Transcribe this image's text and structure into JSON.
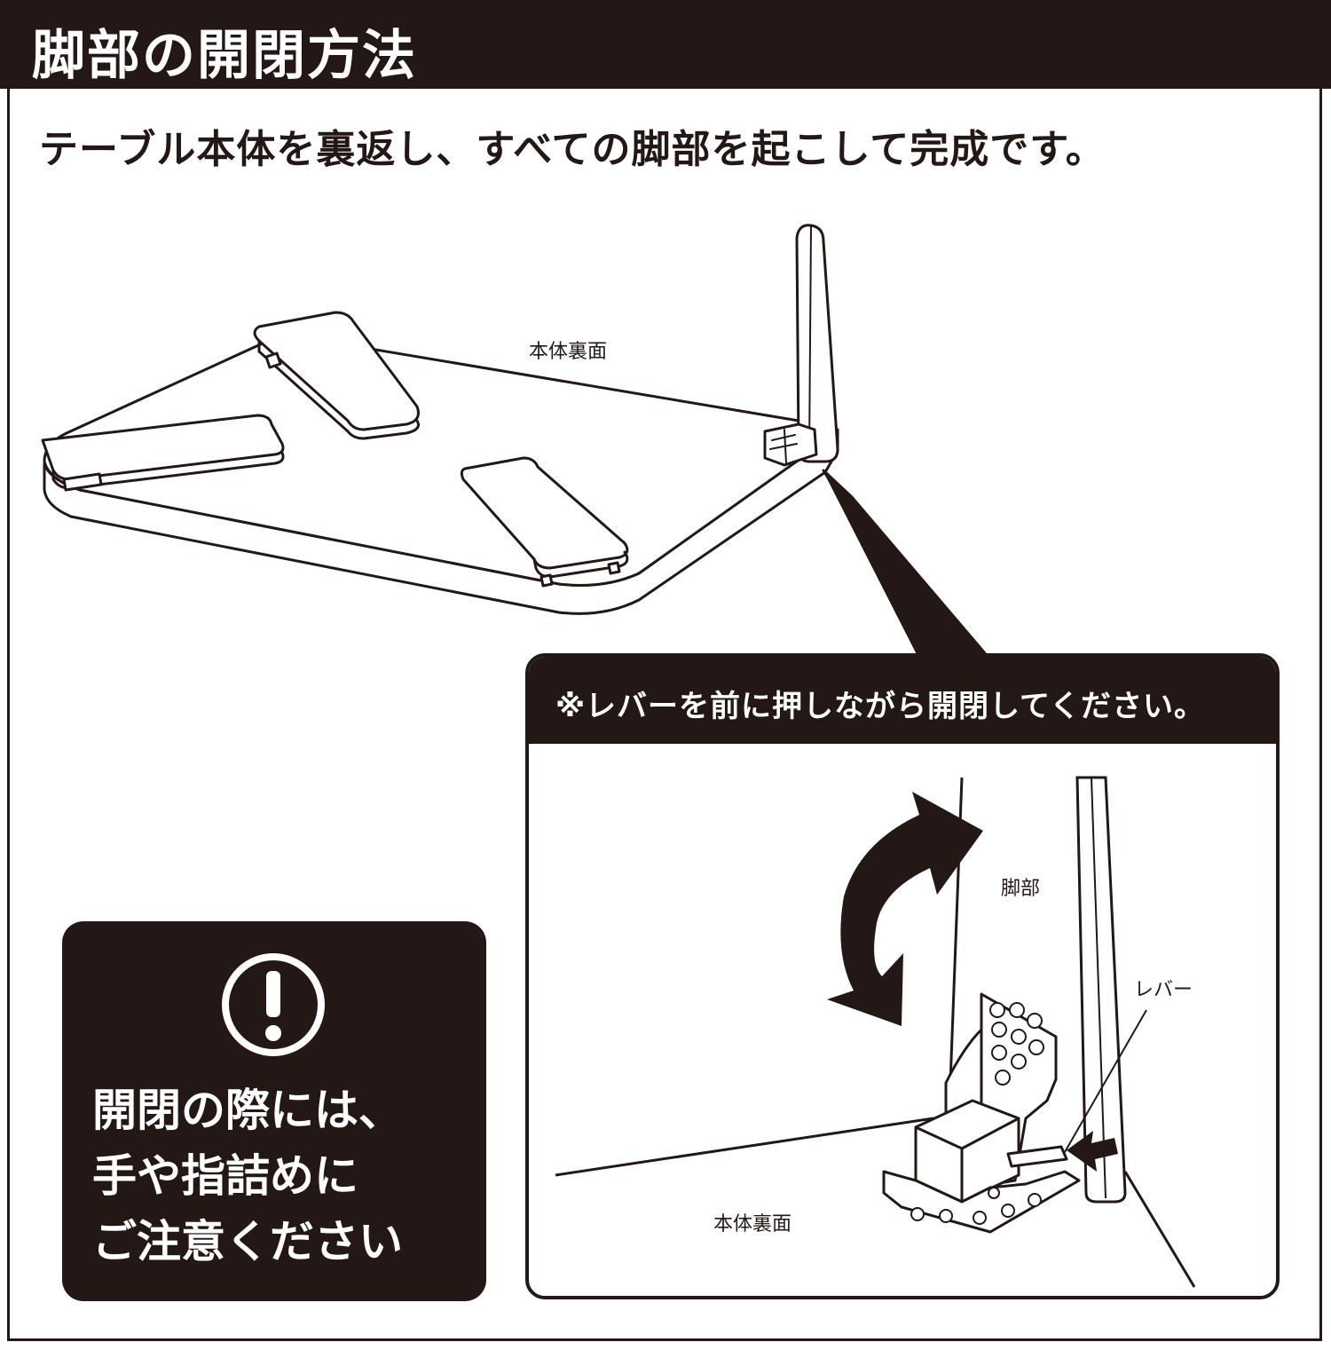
{
  "title": "脚部の開閉方法",
  "instruction": "テーブル本体を裏返し、すべての脚部を起こして完成です。",
  "main_illustration": {
    "label_underside": "本体裏面"
  },
  "detail_panel": {
    "header": "※レバーを前に押しながら開閉してください。",
    "label_leg": "脚部",
    "label_lever": "レバー",
    "label_underside": "本体裏面"
  },
  "caution": {
    "icon": "exclamation-circle-icon",
    "lines": [
      "開閉の際には、",
      "手や指詰めに",
      "ご注意ください"
    ]
  },
  "colors": {
    "ink": "#231815",
    "paper": "#ffffff"
  }
}
